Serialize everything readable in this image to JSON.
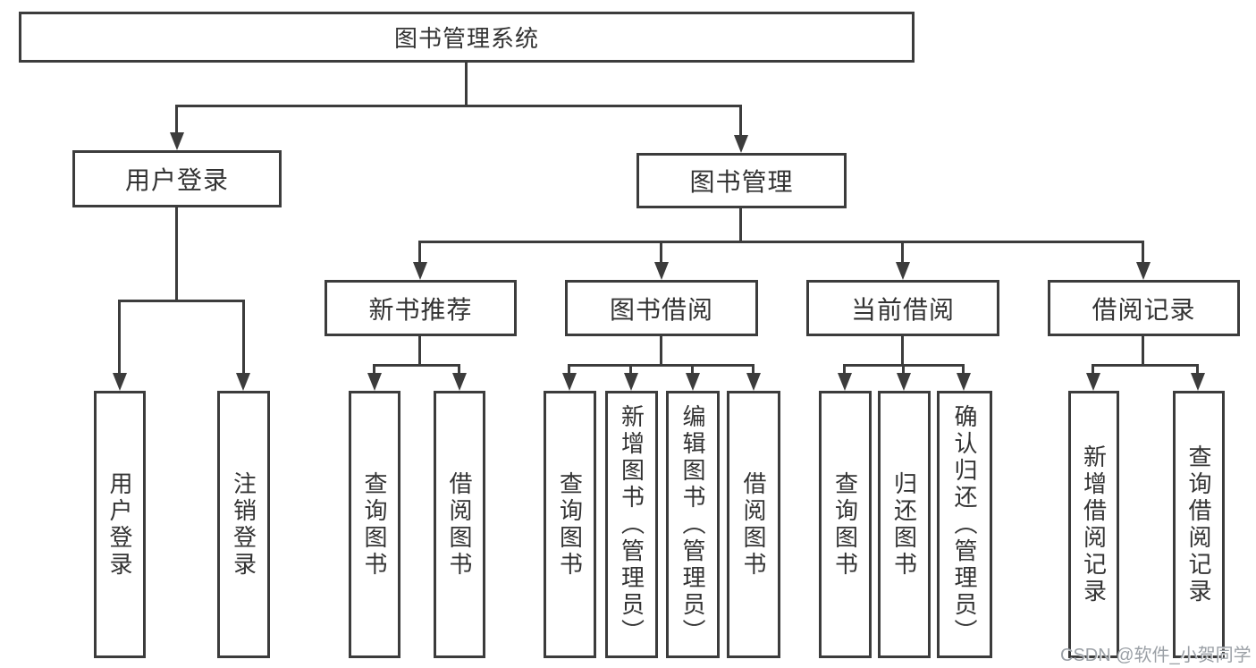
{
  "diagram": {
    "root": {
      "label": "图书管理系统"
    },
    "level2": [
      {
        "label": "用户登录"
      },
      {
        "label": "图书管理"
      }
    ],
    "level3": [
      {
        "label": "新书推荐"
      },
      {
        "label": "图书借阅"
      },
      {
        "label": "当前借阅"
      },
      {
        "label": "借阅记录"
      }
    ],
    "leaves": {
      "login": [
        "用户登录",
        "注销登录"
      ],
      "recommend": [
        "查询图书",
        "借阅图书"
      ],
      "borrow": [
        "查询图书",
        "新增图书（管理员）",
        "编辑图书（管理员）",
        "借阅图书"
      ],
      "current": [
        "查询图书",
        "归还图书",
        "确认归还（管理员）"
      ],
      "records": [
        "新增借阅记录",
        "查询借阅记录"
      ]
    }
  },
  "watermark": "CSDN @软件_小贺同学",
  "colors": {
    "line": "#3c3c3c",
    "text": "#333333",
    "box_fill": "#ffffff",
    "background": "#ffffff",
    "watermark": "#9ba0a6"
  }
}
